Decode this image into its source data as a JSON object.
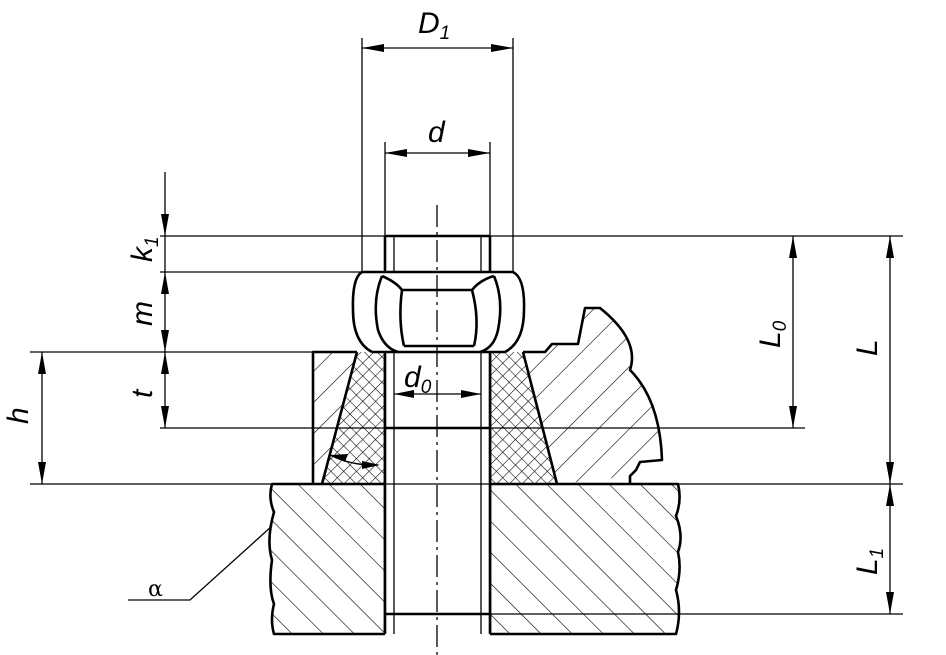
{
  "labels": {
    "D1": {
      "main": "D",
      "sub": "1"
    },
    "d": {
      "main": "d"
    },
    "k1": {
      "main": "k",
      "sub": "1"
    },
    "m": {
      "main": "m"
    },
    "t": {
      "main": "t"
    },
    "h": {
      "main": "h"
    },
    "d0": {
      "main": "d",
      "sub": "0"
    },
    "L0": {
      "main": "L",
      "sub": "0"
    },
    "L": {
      "main": "L"
    },
    "L1": {
      "main": "L",
      "sub": "1"
    },
    "alpha": "α"
  }
}
